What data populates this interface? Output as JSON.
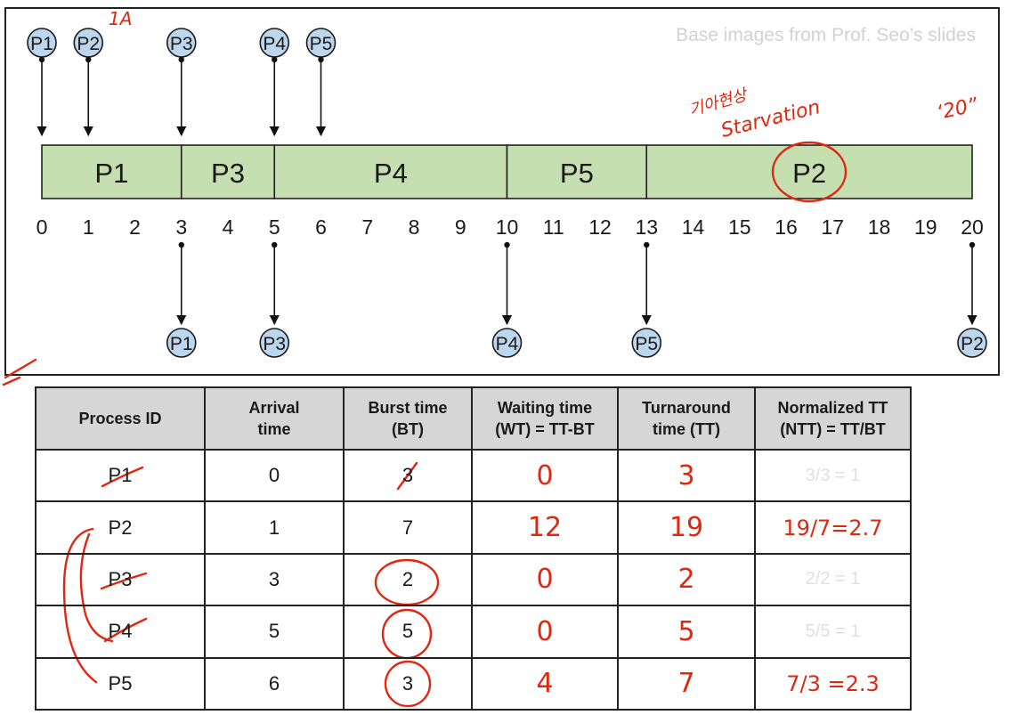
{
  "gantt": {
    "watermark": "Base images from Prof. Seo’s slides",
    "arrival_markers": [
      {
        "label": "P1",
        "time": 0
      },
      {
        "label": "P2",
        "time": 1
      },
      {
        "label": "P3",
        "time": 3
      },
      {
        "label": "P4",
        "time": 5
      },
      {
        "label": "P5",
        "time": 6
      }
    ],
    "segments": [
      {
        "label": "P1",
        "start": 0,
        "end": 3
      },
      {
        "label": "P3",
        "start": 3,
        "end": 5
      },
      {
        "label": "P4",
        "start": 5,
        "end": 10
      },
      {
        "label": "P5",
        "start": 10,
        "end": 13
      },
      {
        "label": "P2",
        "start": 13,
        "end": 20
      }
    ],
    "ticks": [
      "0",
      "1",
      "2",
      "3",
      "4",
      "5",
      "6",
      "7",
      "8",
      "9",
      "10",
      "11",
      "12",
      "13",
      "14",
      "15",
      "16",
      "17",
      "18",
      "19",
      "20"
    ],
    "completion_markers": [
      {
        "label": "P1",
        "time": 3
      },
      {
        "label": "P3",
        "time": 5
      },
      {
        "label": "P4",
        "time": 10
      },
      {
        "label": "P5",
        "time": 13
      },
      {
        "label": "P2",
        "time": 20
      }
    ],
    "bar_color": "#c5dfb0",
    "circle_color": "#bcd6ee",
    "annotations": {
      "near_p2_top": "1A",
      "starvation_korean": "기아현상",
      "starvation": "Starvation",
      "right_note": "‘20”"
    }
  },
  "table": {
    "headers": [
      [
        "Process ID"
      ],
      [
        "Arrival",
        "time"
      ],
      [
        "Burst time",
        "(BT)"
      ],
      [
        "Waiting time",
        "(WT) = TT-BT"
      ],
      [
        "Turnaround",
        "time (TT)"
      ],
      [
        "Normalized TT",
        "(NTT) = TT/BT"
      ]
    ],
    "rows": [
      {
        "pid": "P1",
        "arrival": "0",
        "burst": "3",
        "waiting": "0",
        "turnaround": "3",
        "ntt": "3/3 = 1"
      },
      {
        "pid": "P2",
        "arrival": "1",
        "burst": "7",
        "waiting": "12",
        "turnaround": "19",
        "ntt": "19/7=2.7"
      },
      {
        "pid": "P3",
        "arrival": "3",
        "burst": "2",
        "waiting": "0",
        "turnaround": "2",
        "ntt": "2/2 = 1"
      },
      {
        "pid": "P4",
        "arrival": "5",
        "burst": "5",
        "waiting": "0",
        "turnaround": "5",
        "ntt": "5/5 = 1"
      },
      {
        "pid": "P5",
        "arrival": "6",
        "burst": "3",
        "waiting": "4",
        "turnaround": "7",
        "ntt": "7/3 =2.3"
      }
    ]
  },
  "colors": {
    "ink": "#1a1a1a",
    "annotation": "#e02810",
    "header_bg": "#d6d6d6"
  }
}
